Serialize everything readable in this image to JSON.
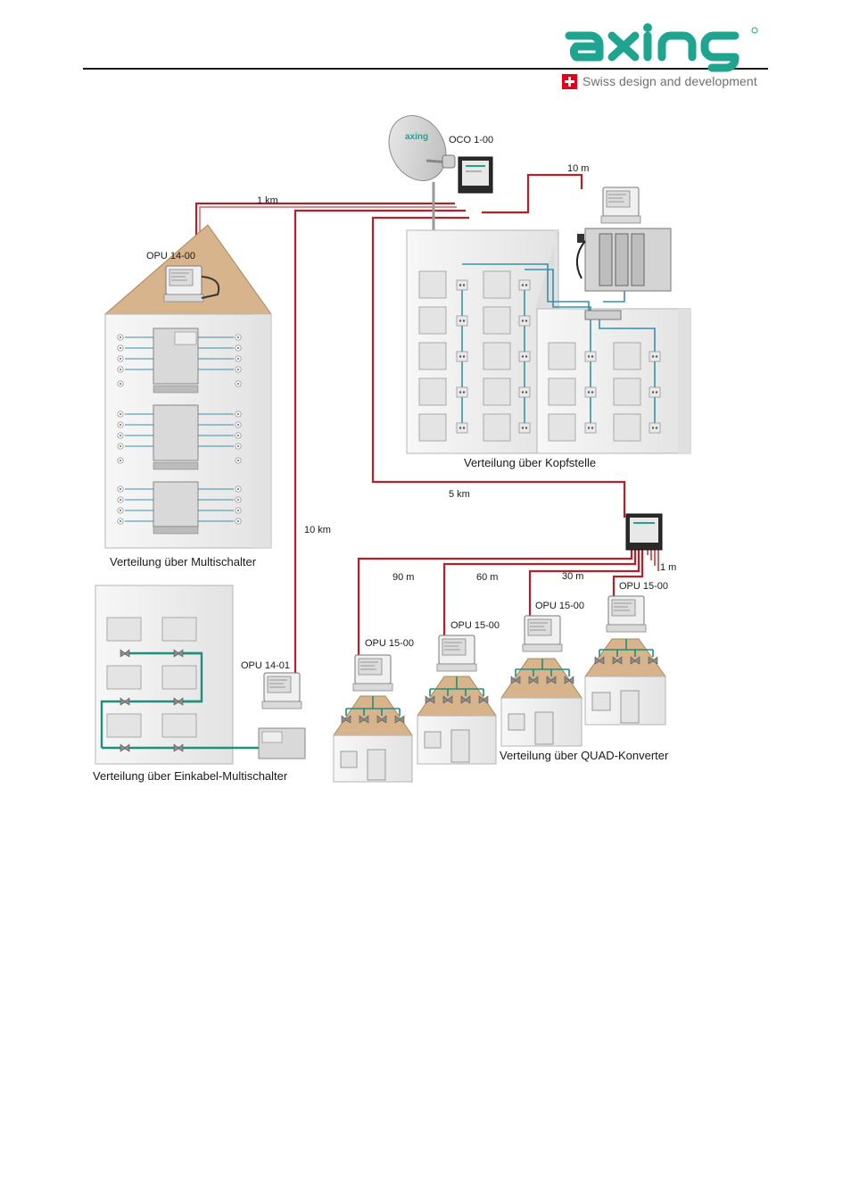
{
  "header": {
    "brand": "axing",
    "tagline": "Swiss design and development"
  },
  "diagram": {
    "labels": {
      "oco": "OCO 1-00",
      "opu_multischalter": "OPU 14-00",
      "opu_einkabel": "OPU 14-01",
      "opu_quad_1": "OPU 15-00",
      "opu_quad_2": "OPU 15-00",
      "opu_quad_3": "OPU 15-00",
      "opu_quad_4": "OPU 15-00"
    },
    "distances": {
      "d_1km": "1 km",
      "d_10m": "10 m",
      "d_5km": "5 km",
      "d_10km": "10 km",
      "d_90m": "90 m",
      "d_60m": "60 m",
      "d_30m": "30 m",
      "d_1m": "1 m"
    },
    "captions": {
      "multischalter": "Verteilung über Multischalter",
      "kopfstelle": "Verteilung über Kopfstelle",
      "einkabel": "Verteilung über Einkabel-Multischalter",
      "quad": "Verteilung über QUAD-Konverter"
    },
    "colors": {
      "fiber": "#b0232a",
      "coax": "#3a8fa8",
      "roof": "#d8b48c",
      "building": "#f2f2f2"
    }
  }
}
